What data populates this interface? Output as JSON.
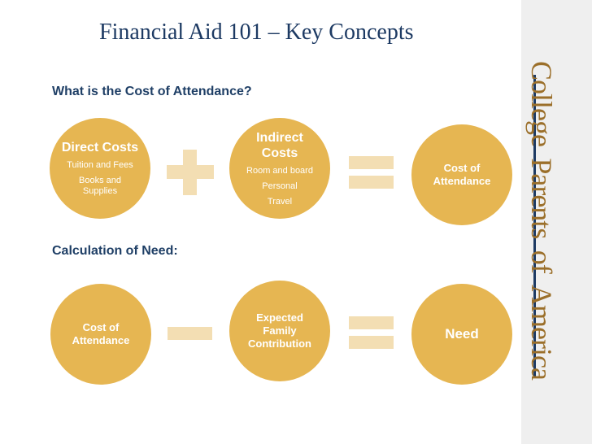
{
  "title": "Financial Aid 101 – Key Concepts",
  "cost_section": {
    "heading": "What is the Cost of Attendance?",
    "direct": {
      "title": "Direct Costs",
      "items": [
        "Tuition and Fees",
        "Books and Supplies"
      ]
    },
    "operator_1": "plus",
    "indirect": {
      "title": "Indirect Costs",
      "items": [
        "Room and board",
        "Personal",
        "Travel"
      ]
    },
    "operator_2": "equals",
    "result": "Cost of Attendance"
  },
  "need_section": {
    "heading": "Calculation of Need:",
    "cost": "Cost of Attendance",
    "operator_1": "minus",
    "efc": "Expected Family Contribution",
    "operator_2": "equals",
    "result": "Need"
  },
  "brand": {
    "name": "College Parents of America",
    "word1": "College",
    "word2": "Parents",
    "word3": "of",
    "word4": "America",
    "text_color": "#9b6f2a",
    "rule_color": "#1d3a63"
  },
  "colors": {
    "circle": "#e6b652",
    "operator": "#f3deb3",
    "heading": "#1f3f66"
  }
}
